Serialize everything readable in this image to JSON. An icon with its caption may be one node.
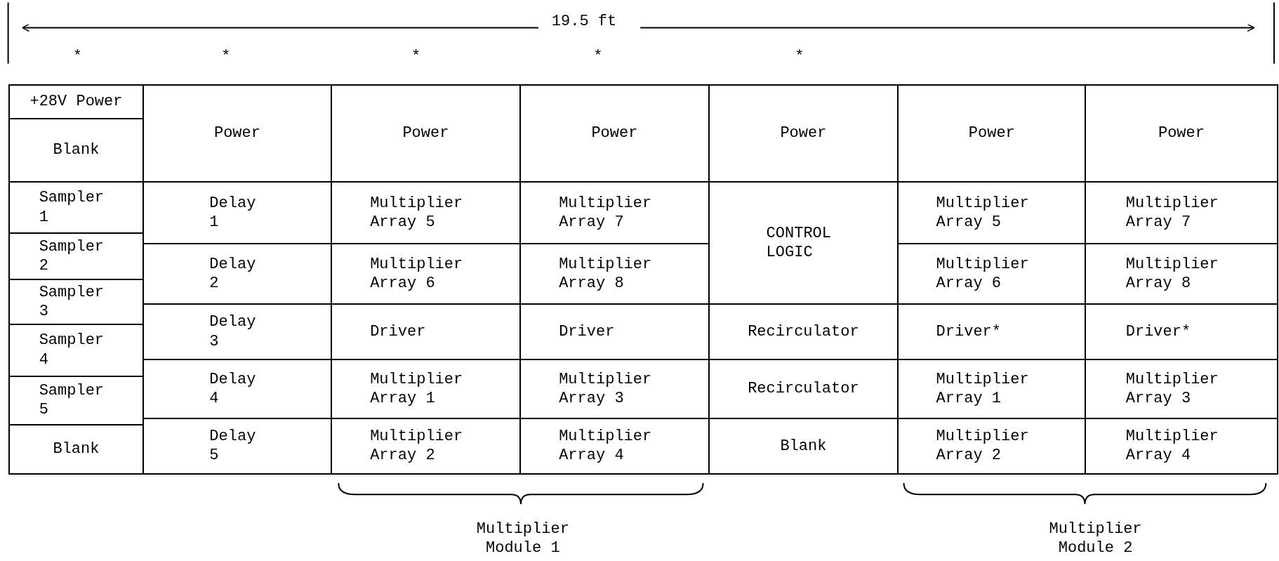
{
  "diagram": {
    "nodes": [
      {
        "text": [
          "+28V Power"
        ]
      },
      {
        "text": [
          "Blank"
        ]
      },
      {
        "text": [
          "Sampler 1"
        ]
      },
      {
        "text": [
          "Sampler 2"
        ]
      },
      {
        "text": [
          "Sampler 3"
        ]
      },
      {
        "text": [
          "Sampler 4"
        ]
      },
      {
        "text": [
          "Sampler 5"
        ]
      },
      {
        "text": [
          "Blank"
        ]
      },
      {
        "text": [
          "Power"
        ]
      },
      {
        "text": [
          "Delay 1"
        ]
      },
      {
        "text": [
          "Delay 2"
        ]
      },
      {
        "text": [
          "Delay 3"
        ]
      },
      {
        "text": [
          "Delay 4"
        ]
      },
      {
        "text": [
          "Delay 5"
        ]
      },
      {
        "text": [
          "Power"
        ]
      },
      {
        "text": [
          "Multiplier Array 5"
        ]
      },
      {
        "text": [
          "Multiplier Array 6"
        ]
      },
      {
        "text": [
          "Driver"
        ]
      },
      {
        "text": [
          "Multiplier Array 1"
        ]
      },
      {
        "text": [
          "Multiplier Array 2"
        ]
      },
      {
        "text": [
          "Power"
        ]
      },
      {
        "text": [
          "Multiplier Array 7"
        ]
      },
      {
        "text": [
          "Multiplier Array 8"
        ]
      },
      {
        "text": [
          "Driver"
        ]
      },
      {
        "text": [
          "Multiplier Array 3"
        ]
      },
      {
        "text": [
          "Multiplier Array 4"
        ]
      },
      {
        "text": [
          "Power"
        ]
      },
      {
        "text": [
          "CONTROL LOGIC"
        ]
      },
      {
        "text": [
          "Recirculator"
        ]
      },
      {
        "text": [
          "Recirculator"
        ]
      },
      {
        "text": [
          "Blank"
        ]
      },
      {
        "text": [
          "Power"
        ]
      },
      {
        "text": [
          "Multiplier Array 5"
        ]
      },
      {
        "text": [
          "Multiplier Array 6"
        ]
      },
      {
        "text": [
          "Driver*"
        ]
      },
      {
        "text": [
          "Multiplier Array 1"
        ]
      },
      {
        "text": [
          "Multiplier Array 2"
        ]
      },
      {
        "text": [
          "Power"
        ]
      },
      {
        "text": [
          "Multiplier Array 7"
        ]
      },
      {
        "text": [
          "Multiplier Array 8"
        ]
      },
      {
        "text": [
          "Driver*"
        ]
      },
      {
        "text": [
          "Multiplier Array 3"
        ]
      },
      {
        "text": [
          "Multiplier Array 4"
        ]
      }
    ],
    "labels": [
      "19.5 ft",
      "*",
      "*",
      "*",
      "*",
      "*",
      "Multiplier Module 1",
      "Multiplier Module 2"
    ]
  }
}
